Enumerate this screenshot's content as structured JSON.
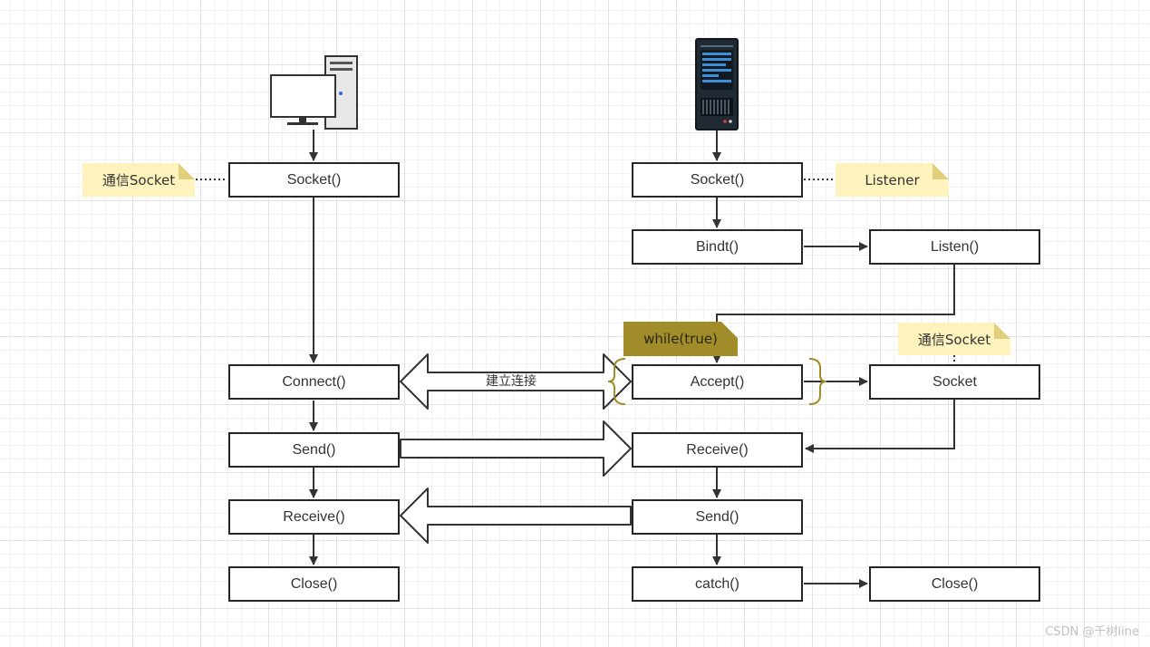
{
  "client": {
    "socket": "Socket()",
    "connect": "Connect()",
    "send": "Send()",
    "receive": "Receive()",
    "close": "Close()",
    "note": "通信Socket"
  },
  "server": {
    "socket": "Socket()",
    "bind": "Bindt()",
    "listen": "Listen()",
    "accept": "Accept()",
    "comm_socket": "Socket",
    "receive": "Receive()",
    "send": "Send()",
    "catch": "catch()",
    "close": "Close()",
    "listener_note": "Listener",
    "loop_note": "while(true)",
    "comm_note": "通信Socket"
  },
  "connection_label": "建立连接",
  "icons": {
    "client": "desktop-computer-icon",
    "server": "server-rack-icon"
  },
  "watermark": "CSDN @千树line",
  "colors": {
    "note_fill": "#fff3bd",
    "loop_note_fill": "#a08d2a",
    "brace": "#a08d2a",
    "line": "#333333"
  }
}
